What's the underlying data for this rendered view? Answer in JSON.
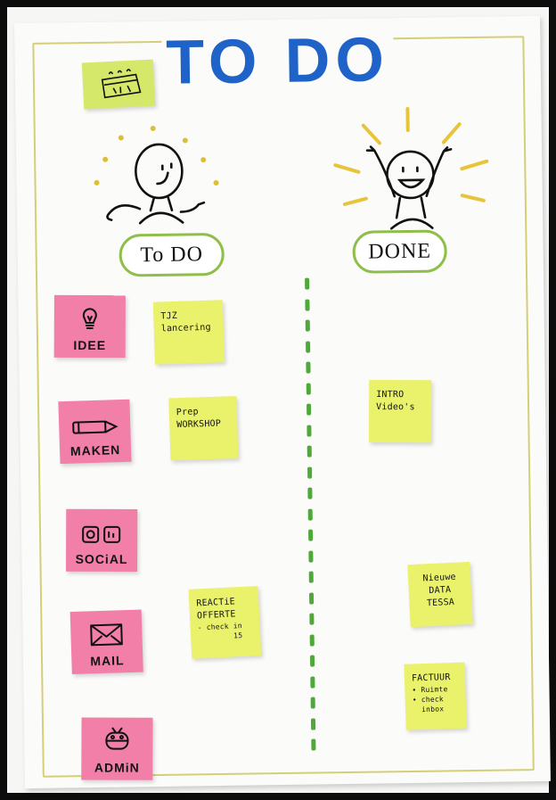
{
  "board": {
    "title": "TO DO",
    "columns": [
      {
        "label": "To DO"
      },
      {
        "label": "DONE"
      }
    ],
    "categories": [
      {
        "label": "IDEE",
        "icon": "lightbulb-icon"
      },
      {
        "label": "MAKEN",
        "icon": "pencil-icon"
      },
      {
        "label": "SOCiAL",
        "icon": "social-icon"
      },
      {
        "label": "MAIL",
        "icon": "envelope-icon"
      },
      {
        "label": "ADMiN",
        "icon": "robot-icon"
      }
    ],
    "todo_notes": [
      {
        "lines": [
          "TJZ",
          "lancering"
        ]
      },
      {
        "lines": [
          "Prep",
          "WORKSHOP"
        ]
      },
      {
        "lines": [
          "REACTiE",
          "OFFERTE"
        ],
        "sub": [
          "- check in",
          "15"
        ]
      }
    ],
    "done_notes": [
      {
        "lines": [
          "INTRO",
          "Video's"
        ]
      },
      {
        "lines": [
          "Nieuwe",
          "DATA",
          "TESSA"
        ]
      },
      {
        "lines": [
          "FACTUUR"
        ],
        "sub": [
          "• Ruimte",
          "• check",
          "inbox"
        ]
      }
    ],
    "calendar_note": {
      "icon": "calendar-icon"
    },
    "colors": {
      "title_blue": "#1f63c8",
      "badge_green": "#8fbf4a",
      "divider_green": "#4fa83a",
      "pink_sticky": "#f17fa8",
      "yellow_sticky": "#e9f26a",
      "ray_yellow": "#e8c43a"
    }
  }
}
